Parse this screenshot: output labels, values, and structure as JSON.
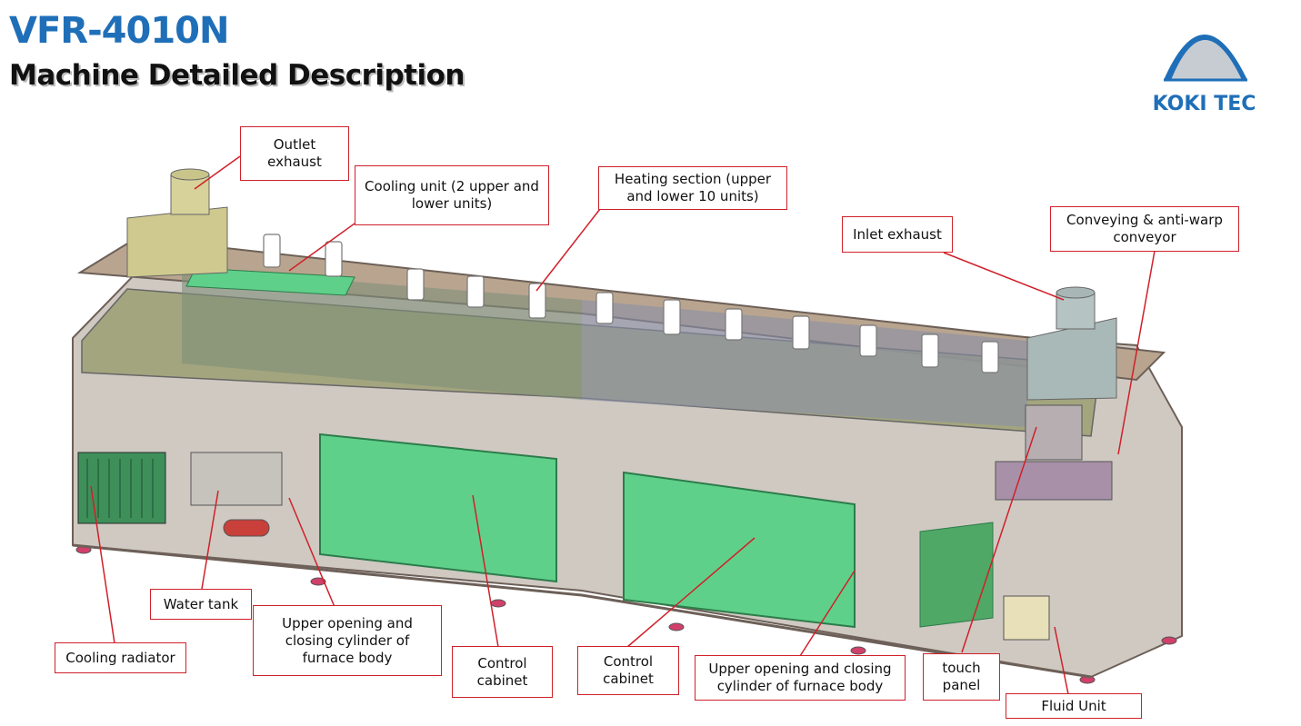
{
  "header": {
    "model": "VFR-4010N",
    "title": "Machine Detailed Description"
  },
  "logo": {
    "text": "KOKI TEC",
    "color": "#1f6fb8"
  },
  "colors": {
    "callout_border": "#d0202a",
    "frame": "#8a7a6a",
    "panel_green": "#3f8f5a",
    "cabinet_green": "#5fd08a"
  },
  "callouts": {
    "outlet_exhaust": "Outlet\nexhaust",
    "cooling_unit": "Cooling unit (2 upper and\nlower units)",
    "heating_section": "Heating section (upper\nand lower 10 units)",
    "inlet_exhaust": "Inlet exhaust",
    "conveying": "Conveying & anti-warp\nconveyor",
    "water_tank": "Water tank",
    "cooling_radiator": "Cooling radiator",
    "cylinder_left": "Upper opening and\nclosing cylinder of\nfurnace body",
    "control_cabinet_left": "Control\ncabinet",
    "control_cabinet_right": "Control\ncabinet",
    "cylinder_right": "Upper opening and closing\ncylinder of furnace body",
    "touch_panel": "touch\npanel",
    "fluid_unit": "Fluid Unit"
  }
}
